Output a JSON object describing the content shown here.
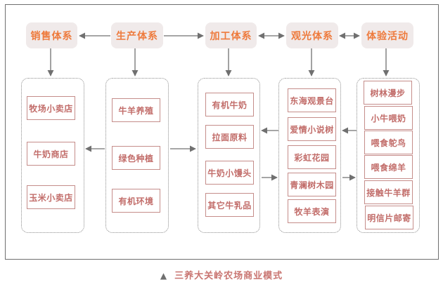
{
  "headers": [
    {
      "id": "sales",
      "label": "销售体系"
    },
    {
      "id": "production",
      "label": "生产体系"
    },
    {
      "id": "processing",
      "label": "加工体系"
    },
    {
      "id": "tourism",
      "label": "观光体系"
    },
    {
      "id": "experience",
      "label": "体验活动"
    }
  ],
  "groups": {
    "sales": [
      "牧场小卖店",
      "牛奶商店",
      "玉米小卖店"
    ],
    "production": [
      "牛羊养殖",
      "绿色种植",
      "有机环境"
    ],
    "processing": [
      "有机牛奶",
      "拉面原料",
      "牛奶小馒头",
      "其它牛乳品"
    ],
    "tourism": [
      "东海观景台",
      "爱情小说树",
      "彩虹花园",
      "青澜树木园",
      "牧羊表演"
    ],
    "experience": [
      "树林漫步",
      "小牛喂奶",
      "喂食鸵鸟",
      "喂食绵羊",
      "接触牛羊群",
      "明信片邮寄"
    ]
  },
  "caption": {
    "marker": "▲",
    "text": "三养大关岭农场商业模式"
  },
  "colors": {
    "header_text": "#ee7a3c",
    "header_bg": "#f0eaea",
    "item_text": "#c26d6a",
    "item_border": "#c58d8a",
    "arrow": "#707070"
  }
}
